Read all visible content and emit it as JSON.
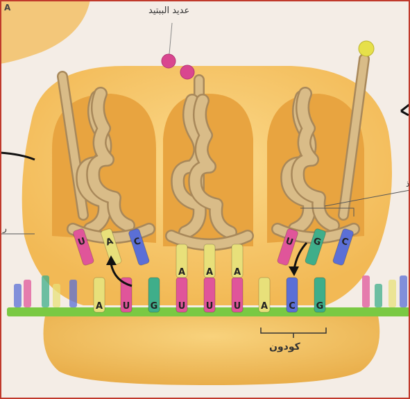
{
  "labels": {
    "corner_letter": "A",
    "peptide": "عديد الببتيد",
    "codon": "كودون",
    "left_fragment": "ر",
    "right_fragment": "ذ"
  },
  "mrna_bases": [
    "A",
    "U",
    "G",
    "U",
    "U",
    "U",
    "A",
    "C",
    "G"
  ],
  "trna_anticodons": {
    "left": [
      "U",
      "A",
      "C"
    ],
    "middle": [
      "A",
      "A",
      "A"
    ],
    "right": [
      "U",
      "G",
      "C"
    ]
  },
  "colors": {
    "background": "#f4ede6",
    "ribosome_large": "#f7c96b",
    "ribosome_small": "#f2c062",
    "site_pocket": "#e8a440",
    "trna_body": "#d9bc88",
    "mrna_strand": "#7ac943",
    "frame_border": "#c0392b",
    "base_A": "#e8e07a",
    "base_U": "#e0559a",
    "base_G": "#3fae8a",
    "base_C": "#5b6fd6",
    "amino_acid_pink": "#d9468f",
    "amino_acid_yellow": "#e6e04a"
  }
}
